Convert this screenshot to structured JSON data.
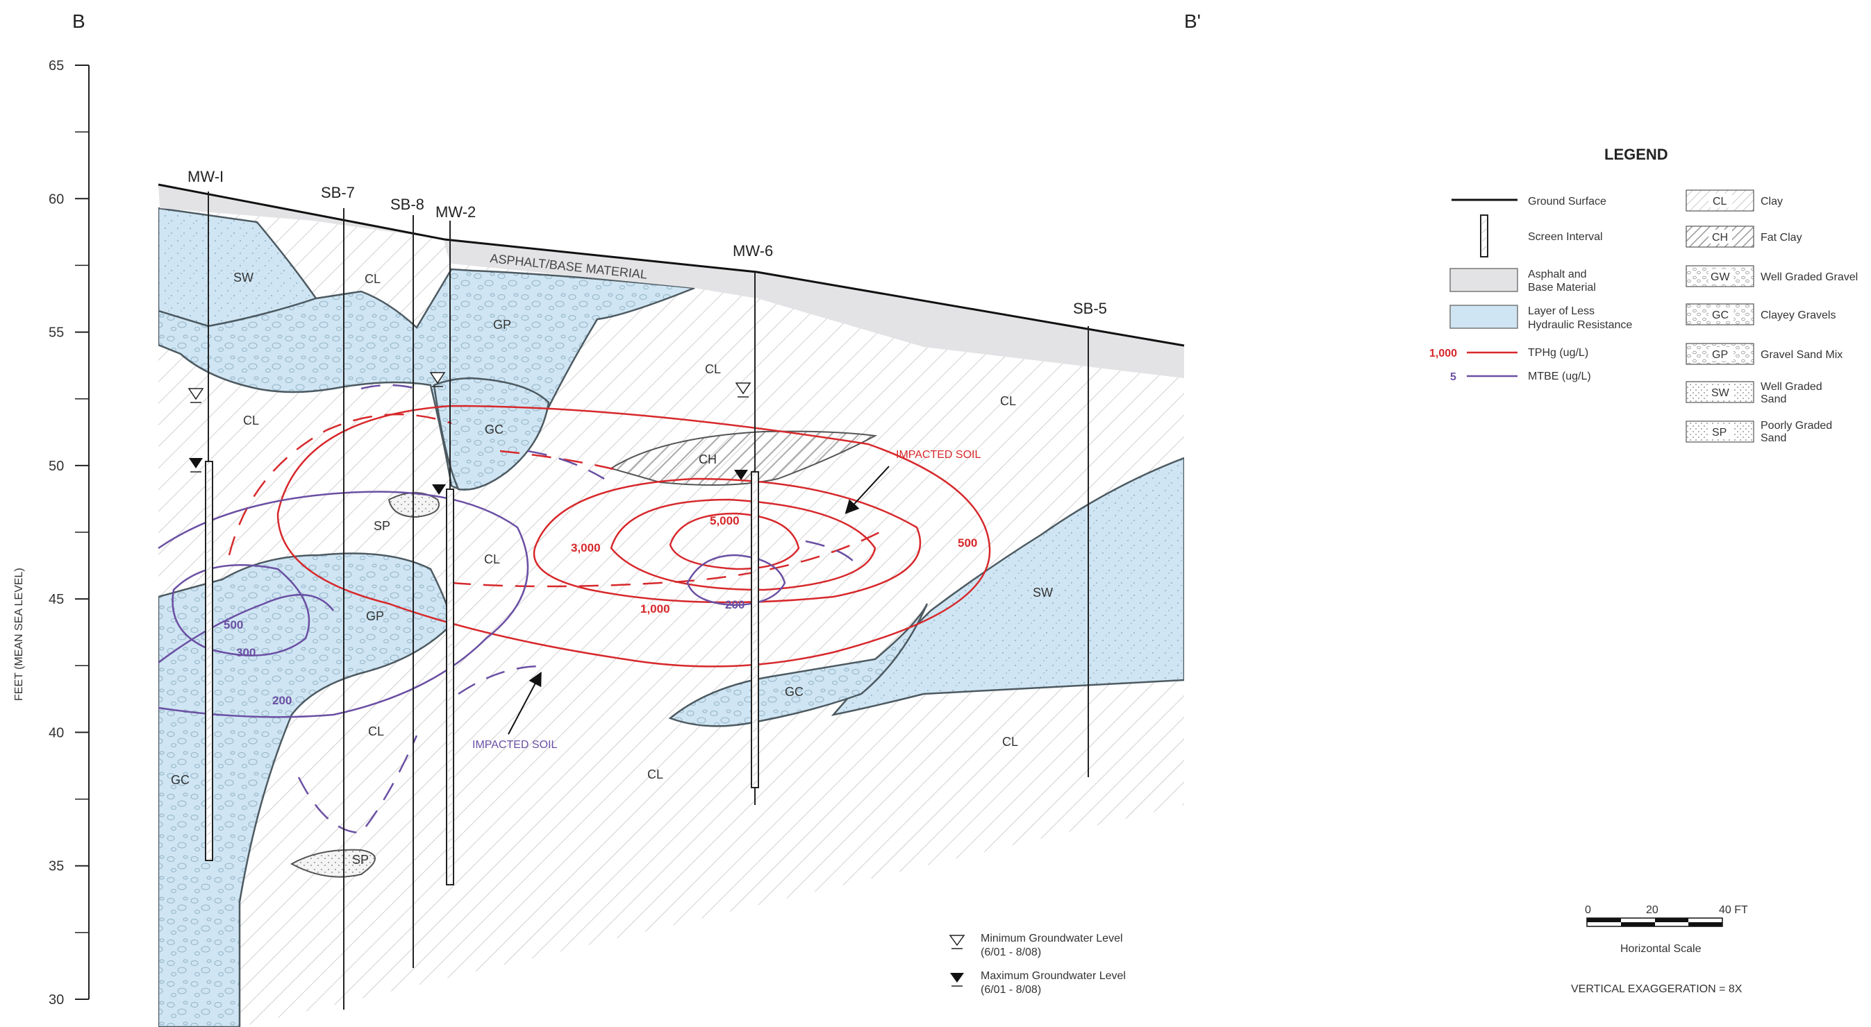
{
  "section": {
    "left_label": "B",
    "right_label": "B'"
  },
  "axis": {
    "ylabel": "FEET (MEAN SEA LEVEL)",
    "ticks": [
      "65",
      "60",
      "55",
      "50",
      "45",
      "40",
      "35",
      "30"
    ],
    "range": [
      30,
      65
    ]
  },
  "wells": [
    "MW-I",
    "SB-7",
    "SB-8",
    "MW-2",
    "MW-6",
    "SB-5"
  ],
  "surface_label": "ASPHALT/BASE MATERIAL",
  "units": [
    "SW",
    "CL",
    "GP",
    "CL",
    "CL",
    "CL",
    "GC",
    "CH",
    "SP",
    "CL",
    "GP",
    "SW",
    "GC",
    "GC",
    "CL",
    "CL",
    "CL",
    "SP"
  ],
  "contours": {
    "tphg": [
      "3,000",
      "5,000",
      "500",
      "1,000"
    ],
    "mtbe": [
      "500",
      "300",
      "200",
      "200"
    ]
  },
  "annotations": {
    "impacted_soil_red": "IMPACTED SOIL",
    "impacted_soil_purple": "IMPACTED SOIL"
  },
  "legend": {
    "title": "LEGEND",
    "left_items": [
      {
        "label": "Ground Surface",
        "symbol": "line"
      },
      {
        "label": "Screen Interval",
        "symbol": "screen"
      },
      {
        "label_lines": [
          "Asphalt and",
          "Base Material"
        ],
        "symbol": "gray-fill"
      },
      {
        "label_lines": [
          "Layer of Less",
          "Hydraulic Resistance"
        ],
        "symbol": "blue-fill"
      },
      {
        "value": "1,000",
        "label": "TPHg (ug/L)",
        "color": "#d7282b"
      },
      {
        "value": "5",
        "label": "MTBE (ug/L)",
        "color": "#6a4fa3"
      }
    ],
    "right_items": [
      {
        "code": "CL",
        "label_lines": [
          "Clay"
        ]
      },
      {
        "code": "CH",
        "label_lines": [
          "Fat Clay"
        ]
      },
      {
        "code": "GW",
        "label_lines": [
          "Well Graded Gravel"
        ]
      },
      {
        "code": "GC",
        "label_lines": [
          "Clayey Gravels"
        ]
      },
      {
        "code": "GP",
        "label_lines": [
          "Gravel Sand Mix"
        ]
      },
      {
        "code": "SW",
        "label_lines": [
          "Well Graded",
          "Sand"
        ]
      },
      {
        "code": "SP",
        "label_lines": [
          "Poorly Graded",
          "Sand"
        ]
      }
    ]
  },
  "groundwater_notes": [
    {
      "lines": [
        "Minimum Groundwater Level",
        "(6/01 - 8/08)"
      ],
      "symbol": "open-triangle"
    },
    {
      "lines": [
        "Maximum Groundwater Level",
        "(6/01 - 8/08)"
      ],
      "symbol": "filled-triangle"
    }
  ],
  "scale": {
    "ticks": [
      "0",
      "20",
      "40 FT"
    ],
    "label": "Horizontal Scale",
    "exaggeration": "VERTICAL EXAGGERATION = 8X"
  },
  "colors": {
    "blue": "#cfe5f3",
    "asphalt": "#e3e3e6",
    "tphg": "#d7282b",
    "mtbe": "#6a4fa3"
  }
}
